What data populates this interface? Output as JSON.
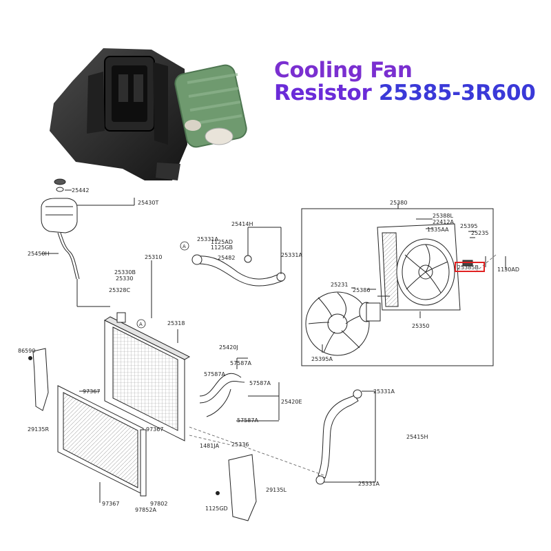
{
  "product": {
    "title_line1": "Cooling Fan",
    "title_line2": "Resistor 25385-3R600"
  },
  "labels": {
    "p25442": "25442",
    "p25430T": "25430T",
    "p25450H": "25450H",
    "p25414H": "25414H",
    "p25331A_a": "25331A",
    "p1125AD_a": "1125AD",
    "p1125GB": "1125GB",
    "p25482": "25482",
    "p25331A_b": "25331A",
    "p25310": "25310",
    "p25330B": "25330B",
    "p25330": "25330",
    "p25328C": "25328C",
    "p25318": "25318",
    "p25380": "25380",
    "p25388L": "25388L",
    "p22412A": "22412A",
    "p1335AA": "1335AA",
    "p25395": "25395",
    "p25235": "25235",
    "p25385B": "25385B",
    "p1130AD": "1130AD",
    "p25231": "25231",
    "p25386": "25386",
    "p25350": "25350",
    "p25395A": "25395A",
    "p86590": "86590",
    "p29135R": "29135R",
    "p97367_a": "97367",
    "p97367_b": "97367",
    "p97367_c": "97367",
    "p97802": "97802",
    "p97852A": "97852A",
    "p25420J": "25420J",
    "p57587A_a": "57587A",
    "p57587A_b": "57587A",
    "p57587A_c": "57587A",
    "p57587A_d": "57587A",
    "p25420E": "25420E",
    "p25336": "25336",
    "p1481JA": "1481JA",
    "p25331A_c": "25331A",
    "p25415H": "25415H",
    "p25331A_d": "25331A",
    "p29135L": "29135L",
    "p1125GD": "1125GD",
    "ref_a1": "A",
    "ref_a2": "A"
  },
  "colors": {
    "title_purple": "#7a2fd0",
    "title_blue": "#3a39d8",
    "highlight_red": "#e02020",
    "resistor_green": "#6f9a6f"
  }
}
